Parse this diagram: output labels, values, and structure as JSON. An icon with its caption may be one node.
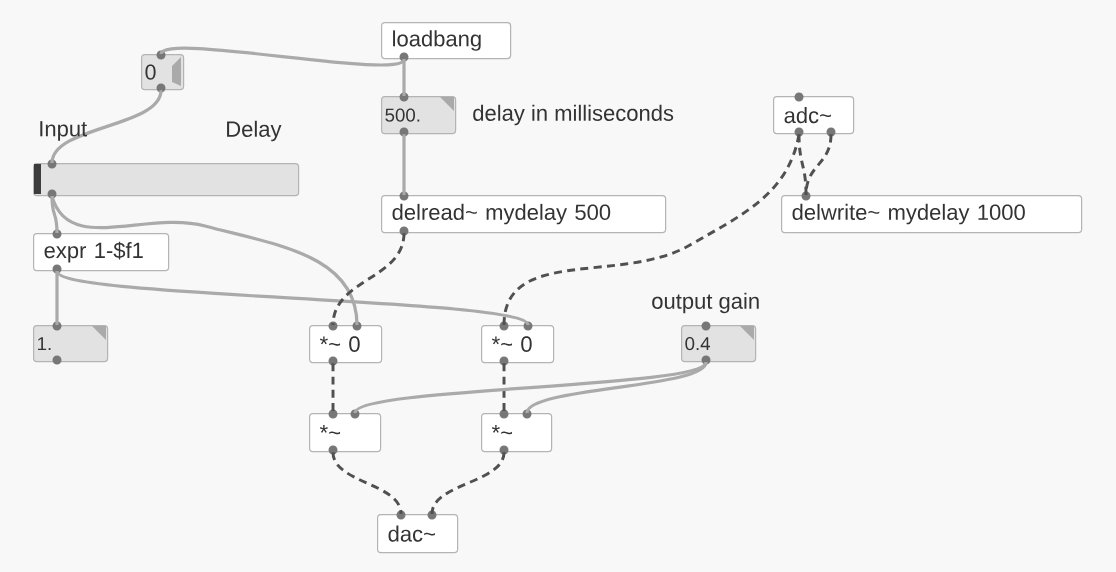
{
  "diagram": {
    "nodes": [
      {
        "text": [
          "loadbang"
        ]
      },
      {
        "text": [
          "0"
        ]
      },
      {
        "text": [
          "500."
        ]
      },
      {
        "text": [
          "adc~"
        ]
      },
      {
        "text": [],
        "shape": "bar"
      },
      {
        "text": [
          "delread~ mydelay 500"
        ]
      },
      {
        "text": [
          "delwrite~ mydelay 1000"
        ]
      },
      {
        "text": [
          "expr 1-$f1"
        ]
      },
      {
        "text": [
          "1."
        ]
      },
      {
        "text": [
          "*~ 0"
        ]
      },
      {
        "text": [
          "*~ 0"
        ]
      },
      {
        "text": [
          "0.4"
        ]
      },
      {
        "text": [
          "*~"
        ]
      },
      {
        "text": [
          "*~"
        ]
      },
      {
        "text": [
          "dac~"
        ]
      }
    ],
    "edges": [
      {
        "from": 0,
        "to": 1,
        "arrow": "none"
      },
      {
        "from": 0,
        "to": 2,
        "arrow": "none"
      },
      {
        "from": 1,
        "to": 4,
        "arrow": "none"
      },
      {
        "from": 2,
        "to": 5,
        "arrow": "none"
      },
      {
        "from": 4,
        "to": 7,
        "arrow": "none"
      },
      {
        "from": 4,
        "to": 9,
        "arrow": "none"
      },
      {
        "from": 7,
        "to": 8,
        "arrow": "none"
      },
      {
        "from": 7,
        "to": 10,
        "arrow": "none"
      },
      {
        "from": 5,
        "to": 9,
        "arrow": "none",
        "style": "dashed"
      },
      {
        "from": 3,
        "to": 10,
        "arrow": "none",
        "style": "dashed"
      },
      {
        "from": 3,
        "to": 6,
        "arrow": "none",
        "style": "dashed"
      },
      {
        "from": 3,
        "to": 6,
        "arrow": "none",
        "style": "dashed"
      },
      {
        "from": 9,
        "to": 12,
        "arrow": "none",
        "style": "dashed"
      },
      {
        "from": 10,
        "to": 13,
        "arrow": "none",
        "style": "dashed"
      },
      {
        "from": 11,
        "to": 12,
        "arrow": "none"
      },
      {
        "from": 11,
        "to": 13,
        "arrow": "none"
      },
      {
        "from": 12,
        "to": 14,
        "arrow": "none",
        "style": "dashed"
      },
      {
        "from": 13,
        "to": 14,
        "arrow": "none",
        "style": "dashed"
      }
    ],
    "labels": [
      "Input",
      "Delay",
      "delay in milliseconds",
      "output gain"
    ]
  }
}
